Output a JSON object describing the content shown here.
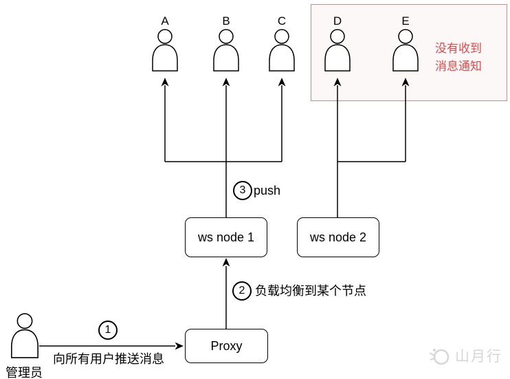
{
  "diagram": {
    "users": [
      {
        "label": "A"
      },
      {
        "label": "B"
      },
      {
        "label": "C"
      },
      {
        "label": "D"
      },
      {
        "label": "E"
      }
    ],
    "highlight": {
      "text": "没有收到\n消息通知"
    },
    "nodes": {
      "ws1": "ws node 1",
      "ws2": "ws node 2",
      "proxy": "Proxy"
    },
    "steps": [
      {
        "num": "1",
        "label": "向所有用户推送消息"
      },
      {
        "num": "2",
        "label": "负载均衡到某个节点"
      },
      {
        "num": "3",
        "label": "push"
      }
    ],
    "admin_label": "管理员",
    "watermark_text": "山月行"
  },
  "colors": {
    "highlight_border": "#bc8f8f",
    "highlight_fill": "#fdf8f8",
    "highlight_text": "#e04a4a",
    "stroke": "#000000",
    "watermark": "#d6d6d6"
  }
}
